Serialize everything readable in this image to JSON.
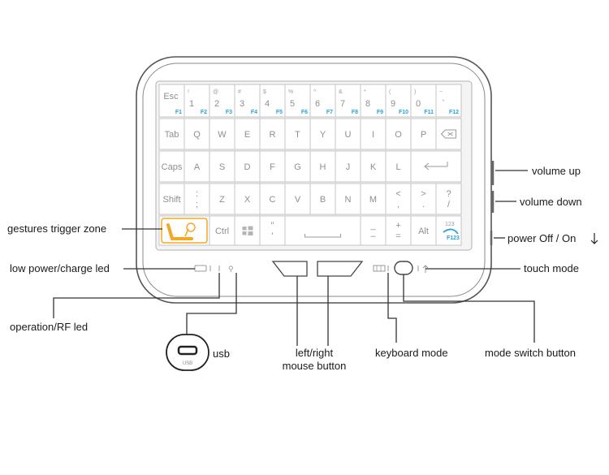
{
  "keyboard": {
    "rows": [
      [
        {
          "id": "esc",
          "main": "Esc",
          "fn": "F1"
        },
        {
          "id": "1",
          "sym": "!",
          "main": "1",
          "fn": "F2"
        },
        {
          "id": "2",
          "sym": "@",
          "main": "2",
          "fn": "F3"
        },
        {
          "id": "3",
          "sym": "#",
          "main": "3",
          "fn": "F4"
        },
        {
          "id": "4",
          "sym": "$",
          "main": "4",
          "fn": "F5"
        },
        {
          "id": "5",
          "sym": "%",
          "main": "5",
          "fn": "F6"
        },
        {
          "id": "6",
          "sym": "^",
          "main": "6",
          "fn": "F7"
        },
        {
          "id": "7",
          "sym": "&",
          "main": "7",
          "fn": "F8"
        },
        {
          "id": "8",
          "sym": "*",
          "main": "8",
          "fn": "F9"
        },
        {
          "id": "9",
          "sym": "(",
          "main": "9",
          "fn": "F10"
        },
        {
          "id": "0",
          "sym": ")",
          "main": "0",
          "fn": "F11"
        },
        {
          "id": "tilde",
          "sym": "~",
          "main": "`",
          "fn": "F12"
        }
      ],
      [
        {
          "id": "tab",
          "main": "Tab"
        },
        {
          "id": "q",
          "main": "Q"
        },
        {
          "id": "w",
          "main": "W"
        },
        {
          "id": "e",
          "main": "E"
        },
        {
          "id": "r",
          "main": "R"
        },
        {
          "id": "t",
          "main": "T"
        },
        {
          "id": "y",
          "main": "Y"
        },
        {
          "id": "u",
          "main": "U"
        },
        {
          "id": "i",
          "main": "I"
        },
        {
          "id": "o",
          "main": "O"
        },
        {
          "id": "p",
          "main": "P"
        },
        {
          "id": "backspace",
          "icon": "backspace-icon"
        }
      ],
      [
        {
          "id": "caps",
          "main": "Caps"
        },
        {
          "id": "a",
          "main": "A"
        },
        {
          "id": "s",
          "main": "S"
        },
        {
          "id": "d",
          "main": "D"
        },
        {
          "id": "f",
          "main": "F"
        },
        {
          "id": "g",
          "main": "G"
        },
        {
          "id": "h",
          "main": "H"
        },
        {
          "id": "j",
          "main": "J"
        },
        {
          "id": "k",
          "main": "K"
        },
        {
          "id": "l",
          "main": "L"
        },
        {
          "id": "enter",
          "icon": "enter-icon"
        }
      ],
      [
        {
          "id": "shift",
          "main": "Shift"
        },
        {
          "id": "colon",
          "sym": ":",
          "main": ";"
        },
        {
          "id": "z",
          "main": "Z"
        },
        {
          "id": "x",
          "main": "X"
        },
        {
          "id": "c",
          "main": "C"
        },
        {
          "id": "v",
          "main": "V"
        },
        {
          "id": "b",
          "main": "B"
        },
        {
          "id": "n",
          "main": "N"
        },
        {
          "id": "m",
          "main": "M"
        },
        {
          "id": "lt",
          "sym": "<",
          "main": ","
        },
        {
          "id": "gt",
          "sym": ">",
          "main": "."
        },
        {
          "id": "slash",
          "sym": "?",
          "main": "/"
        }
      ],
      [
        {
          "id": "gesture",
          "icon": "gesture-icon"
        },
        {
          "id": "ctrl",
          "main": "Ctrl"
        },
        {
          "id": "win",
          "icon": "windows-icon"
        },
        {
          "id": "quote",
          "sym": "\"",
          "main": "'"
        },
        {
          "id": "space",
          "icon": "space-icon"
        },
        {
          "id": "minus",
          "sym": "_",
          "main": "–"
        },
        {
          "id": "plus",
          "sym": "+",
          "main": "="
        },
        {
          "id": "alt",
          "main": "Alt"
        },
        {
          "id": "fnswitch",
          "sym": "123",
          "fn": "F123",
          "icon": "fn-switch-icon"
        }
      ]
    ],
    "accent_color": "#f5a623",
    "fn_color": "#29a3d9"
  },
  "labels": {
    "volume_up": "volume up",
    "volume_down": "volume down",
    "power": "power Off / On",
    "gestures": "gestures trigger zone",
    "low_power": "low power/charge led",
    "touch_mode": "touch mode",
    "operation_rf": "operation/RF led",
    "usb": "usb",
    "usb_port": "USB",
    "mouse_button_line1": "left/right",
    "mouse_button_line2": "mouse button",
    "keyboard_mode": "keyboard mode",
    "mode_switch": "mode switch button"
  }
}
